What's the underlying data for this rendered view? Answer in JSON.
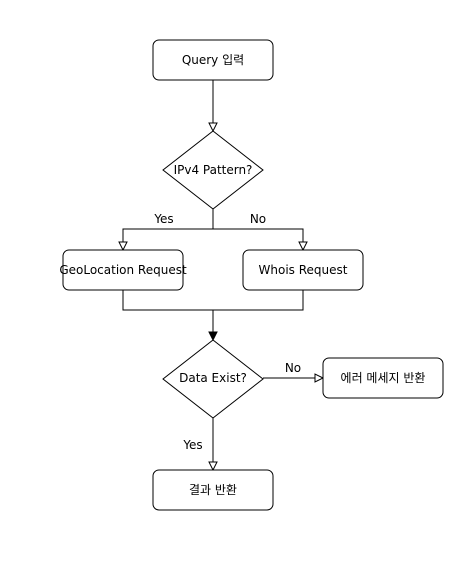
{
  "nodes": {
    "query_input": "Query 입력",
    "ipv4_check": "IPv4 Pattern?",
    "geolocation": "GeoLocation Request",
    "whois": "Whois Request",
    "data_exist": "Data Exist?",
    "error_message": "에러 메세지 반환",
    "result": "결과 반환"
  },
  "edge_labels": {
    "ipv4_yes": "Yes",
    "ipv4_no": "No",
    "exist_no": "No",
    "exist_yes": "Yes"
  }
}
